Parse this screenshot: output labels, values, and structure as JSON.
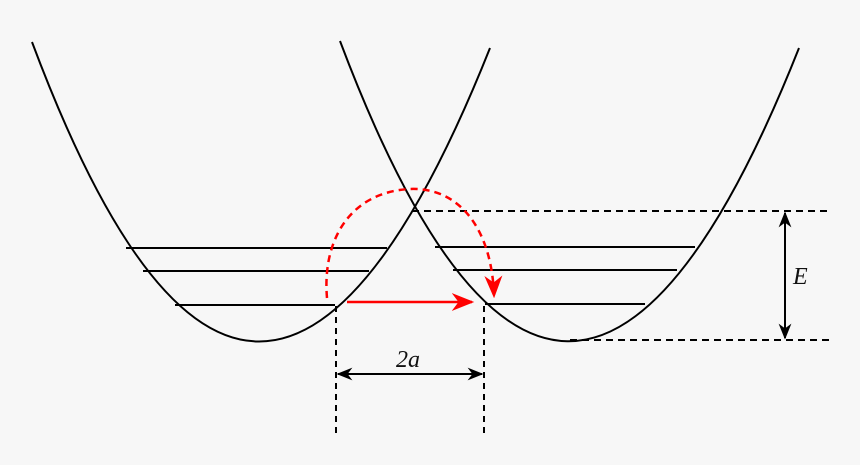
{
  "diagram": {
    "type": "double-well potential energy diagram",
    "description": "Two parabolic potential wells with quantized energy levels; tunneling (solid red arrow) vs. thermal hopping over barrier (dashed red arc)",
    "labels": {
      "separation": "2a",
      "barrier_energy": "E"
    },
    "colors": {
      "background": "#f7f7f7",
      "curves": "#000000",
      "transition": "#ff0000"
    },
    "wells": [
      {
        "name": "left-well",
        "vertex": [
          255,
          340
        ],
        "energy_levels": 3
      },
      {
        "name": "right-well",
        "vertex": [
          565,
          340
        ],
        "energy_levels": 3
      }
    ],
    "transitions": [
      {
        "name": "tunneling",
        "style": "solid",
        "direction": "left-to-right"
      },
      {
        "name": "over-barrier-hop",
        "style": "dashed-arc",
        "direction": "left-to-right"
      }
    ]
  }
}
